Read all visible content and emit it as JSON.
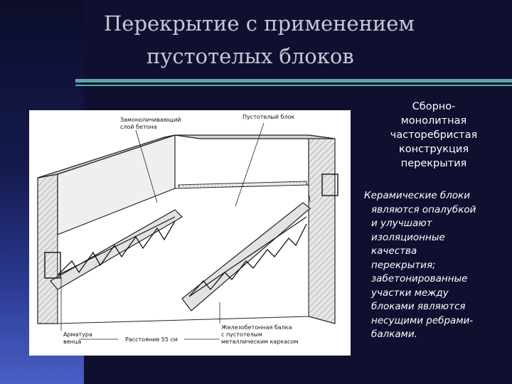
{
  "title": {
    "line1": "Перекрытие с применением",
    "line2": "пустотелых блоков"
  },
  "caption": {
    "lines": [
      "Сборно-",
      "монолитная",
      "часторебристая",
      "конструкция",
      "перекрытия"
    ]
  },
  "description": {
    "lines": [
      "Керамические блоки",
      "являются опалубкой",
      "и улучшают",
      "изоляционные",
      "качества",
      "перекрытия;",
      "забетонированные",
      "участки между",
      "блоками являются",
      "несущими ребрами-",
      "балками."
    ]
  },
  "figure": {
    "labels": {
      "concrete_layer_1": "Замоноличивающий",
      "concrete_layer_2": "слой бетона",
      "hollow_block": "Пустотелый блок",
      "beam_1": "Железобетонная балка",
      "beam_2": "с пустотелым",
      "beam_3": "металлическим каркасом",
      "rebar_1": "Арматура",
      "rebar_2": "венца",
      "distance": "Расстояние 55 см"
    }
  },
  "colors": {
    "background": "#0f1030",
    "accent_rule": "#5aa8a8",
    "title_text": "#c8c8d4"
  }
}
